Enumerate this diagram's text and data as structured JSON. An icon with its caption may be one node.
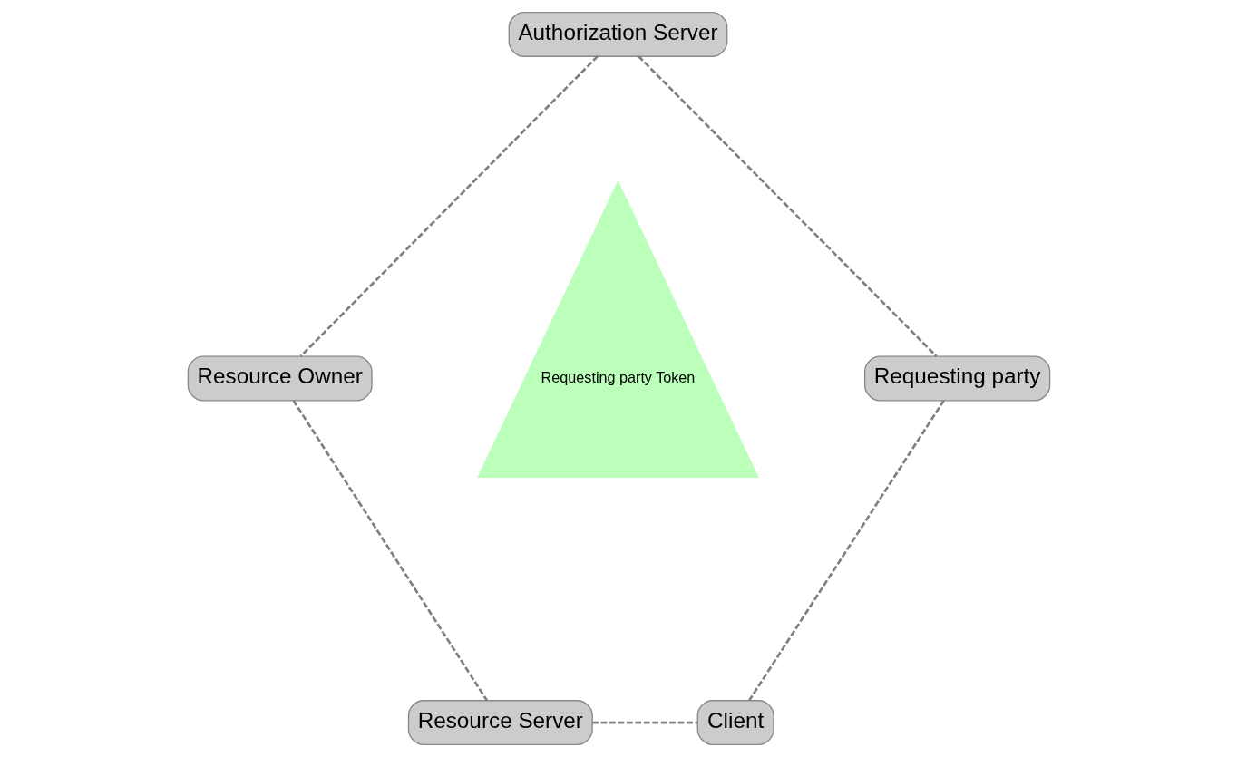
{
  "diagram": {
    "nodes": [
      {
        "text": [
          "Authorization Server"
        ]
      },
      {
        "text": [
          "Resource Owner"
        ]
      },
      {
        "text": [
          "Requesting party"
        ]
      },
      {
        "text": [
          "Requesting party Token"
        ]
      },
      {
        "text": [
          "Resource Server"
        ]
      },
      {
        "text": [
          "Client"
        ]
      }
    ],
    "edges": [
      {
        "from": 0,
        "to": 1,
        "arrow": "none",
        "style": "dashed"
      },
      {
        "from": 0,
        "to": 2,
        "arrow": "none",
        "style": "dashed"
      },
      {
        "from": 1,
        "to": 4,
        "arrow": "none",
        "style": "dashed"
      },
      {
        "from": 2,
        "to": 5,
        "arrow": "none",
        "style": "dashed"
      },
      {
        "from": 4,
        "to": 5,
        "arrow": "none",
        "style": "dashed"
      }
    ]
  }
}
